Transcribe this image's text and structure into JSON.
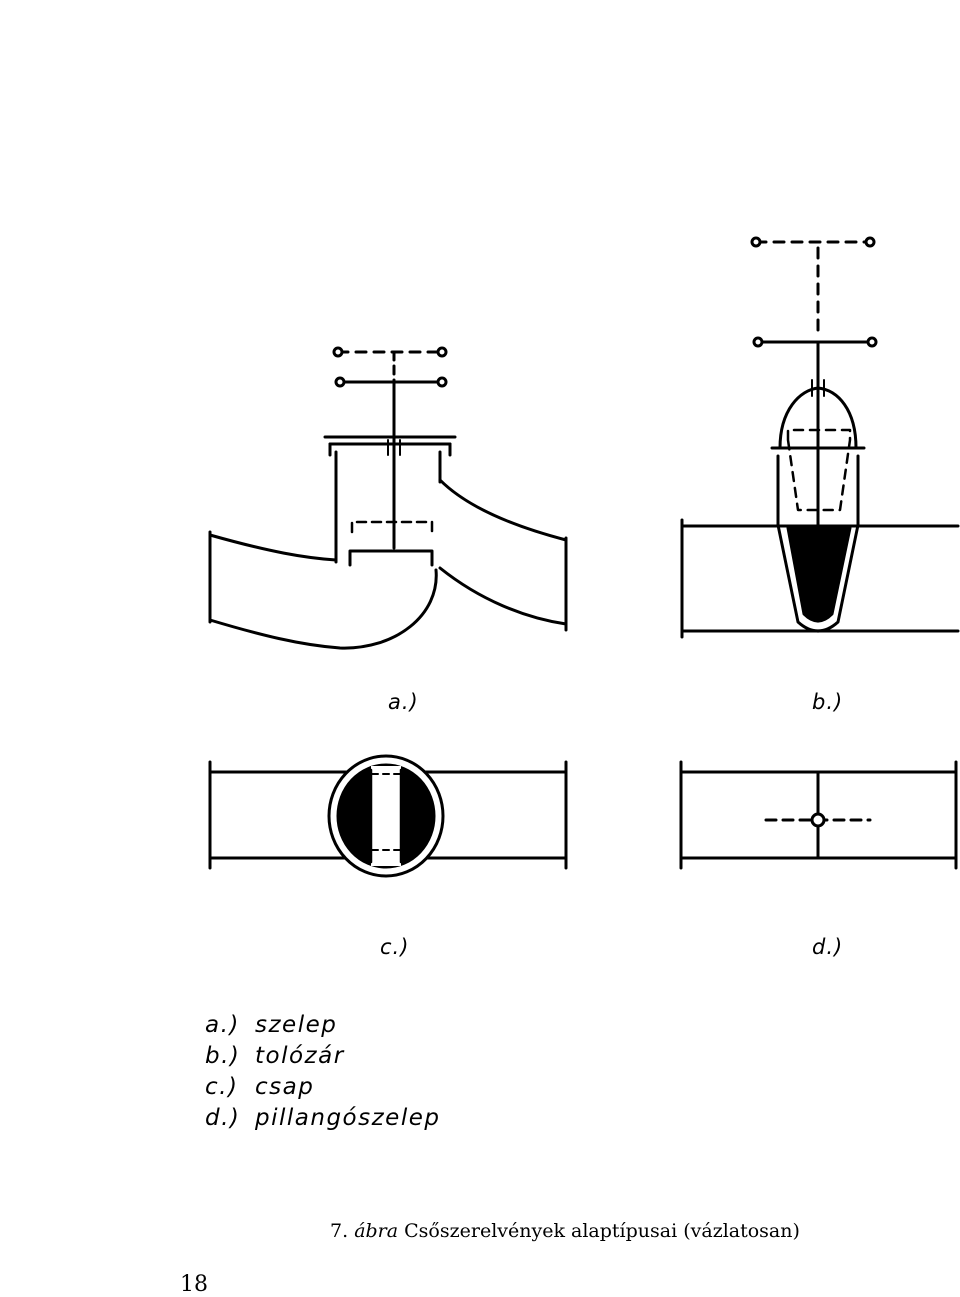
{
  "panel_labels": {
    "a": "a.)",
    "b": "b.)",
    "c": "c.)",
    "d": "d.)"
  },
  "legend": [
    {
      "key": "a.)",
      "text": "szelep"
    },
    {
      "key": "b.)",
      "text": "tolózár"
    },
    {
      "key": "c.)",
      "text": "csap"
    },
    {
      "key": "d.)",
      "text": "pillangószelep"
    }
  ],
  "caption": {
    "number": "7.",
    "word": "ábra",
    "title": "Csőszerelvények alaptípusai (vázlatosan)"
  },
  "page_number": "18"
}
